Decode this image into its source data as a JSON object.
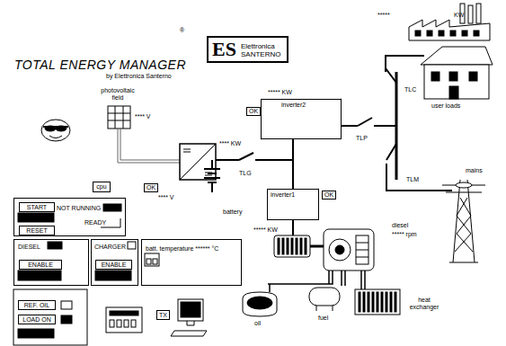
{
  "diagram": {
    "title": "TOTAL ENERGY MANAGER",
    "nodes": [
      {
        "text": [
          "ES",
          "Elettronica SANTERNO"
        ]
      },
      {
        "text": [
          "OK"
        ]
      },
      {
        "text": [
          "inverter2"
        ]
      },
      {
        "text": [
          "OK"
        ]
      },
      {
        "text": [
          "inverter1"
        ]
      },
      {
        "text": [
          "OK"
        ]
      },
      {
        "text": [
          "cpu"
        ]
      },
      {
        "text": [
          "NOT RUNNING",
          "READY"
        ]
      },
      {
        "text": [
          "START"
        ],
        "in": 7
      },
      {
        "text": [
          "RESET"
        ],
        "in": 7
      },
      {
        "text": [
          "DIESEL"
        ]
      },
      {
        "text": [
          "ENABLE"
        ],
        "in": 10
      },
      {
        "text": [
          "CHARGER"
        ]
      },
      {
        "text": [
          "ENABLE"
        ],
        "in": 12
      },
      {
        "text": [
          "batt. temperature ****** °C"
        ]
      },
      {
        "text": [
          "REF. OIL"
        ]
      },
      {
        "text": [
          "LOAD ON"
        ]
      },
      {
        "text": [
          "TX"
        ]
      }
    ],
    "edges": [
      {
        "from": 2,
        "to": 4,
        "arrow": "none"
      }
    ],
    "labels": [
      "by Elettronica Santerno",
      "®",
      "photovoltaic field",
      "**** V",
      "**** V",
      "**** KW",
      "battery",
      "TLG",
      "***** KW",
      "TLP",
      "TLC",
      "TLM",
      "*****",
      "KW",
      "user loads",
      "mains",
      "***** KW",
      "diesel",
      "***** rpm",
      "oil",
      "fuel",
      "heat exchanger"
    ]
  }
}
